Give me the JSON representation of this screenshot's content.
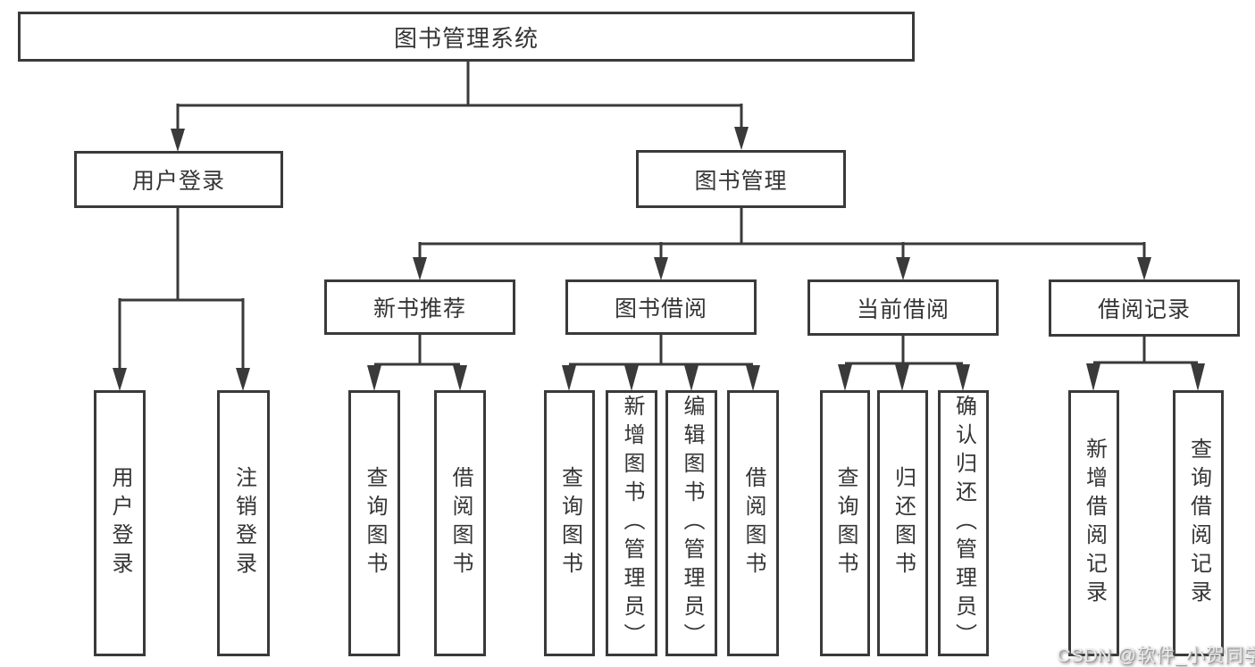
{
  "diagram": {
    "root": {
      "label": "图书管理系统"
    },
    "level2": {
      "user_login": {
        "label": "用户登录"
      },
      "book_management": {
        "label": "图书管理"
      }
    },
    "level3": {
      "new_book_recommend": {
        "label": "新书推荐"
      },
      "book_borrowing": {
        "label": "图书借阅"
      },
      "current_borrowing": {
        "label": "当前借阅"
      },
      "borrowing_records": {
        "label": "借阅记录"
      }
    },
    "leaves": {
      "user_login_leaf": {
        "label": "用户登录"
      },
      "logout_leaf": {
        "label": "注销登录"
      },
      "recommend_query_books": {
        "label": "查询图书"
      },
      "recommend_borrow_books": {
        "label": "借阅图书"
      },
      "borrowing_query_books": {
        "label": "查询图书"
      },
      "borrowing_add_books": {
        "label": "新增图书（管理员）"
      },
      "borrowing_edit_books": {
        "label": "编辑图书（管理员）"
      },
      "borrowing_borrow_books": {
        "label": "借阅图书"
      },
      "current_query_books": {
        "label": "查询图书"
      },
      "current_return_books": {
        "label": "归还图书"
      },
      "current_confirm_return": {
        "label": "确认归还（管理员）"
      },
      "records_add_record": {
        "label": "新增借阅记录"
      },
      "records_query_record": {
        "label": "查询借阅记录"
      }
    }
  },
  "watermark": {
    "label": "CSDN @软件_小贺同学"
  },
  "colors": {
    "line": "#3a3a3a",
    "text": "#353535",
    "node_background": "#ffffff",
    "page_background": "#ffffff",
    "watermark_text": "#ebebeb"
  }
}
